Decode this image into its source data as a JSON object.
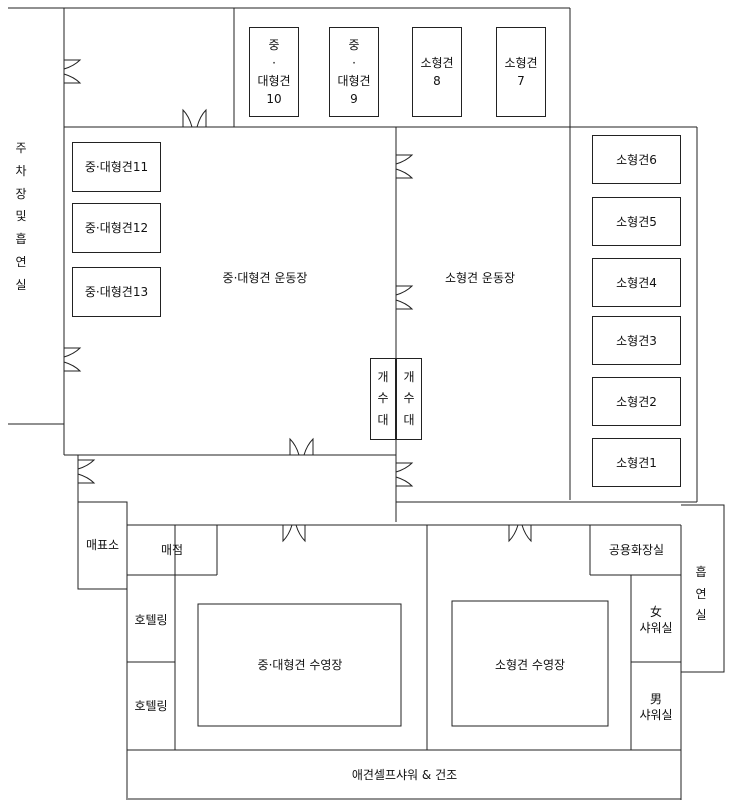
{
  "rooms": {
    "parking": "주\n차\n장\n및\n흡\n연\n실",
    "kennel_10": "중\n·\n대형견\n10",
    "kennel_9": "중\n·\n대형견\n9",
    "kennel_8": "소형견\n8",
    "kennel_7": "소형견\n7",
    "kennel_11": "중·대형견11",
    "kennel_12": "중·대형견12",
    "kennel_13": "중·대형견13",
    "kennel_6": "소형견6",
    "kennel_5": "소형견5",
    "kennel_4": "소형견4",
    "kennel_3": "소형견3",
    "kennel_2": "소형견2",
    "kennel_1": "소형견1",
    "large_playground": "중·대형견 운동장",
    "small_playground": "소형견 운동장",
    "sink_left": "개\n수\n대",
    "sink_right": "개\n수\n대",
    "ticket_office": "매표소",
    "shop": "매점",
    "hotel_1": "호텔링",
    "hotel_2": "호텔링",
    "large_pool": "중·대형견 수영장",
    "small_pool": "소형견 수영장",
    "restroom": "공용화장실",
    "female_shower": "女\n샤워실",
    "male_shower": "男\n샤워실",
    "smoking_room": "흡\n연\n실",
    "self_shower": "애견셀프샤워 & 건조"
  }
}
